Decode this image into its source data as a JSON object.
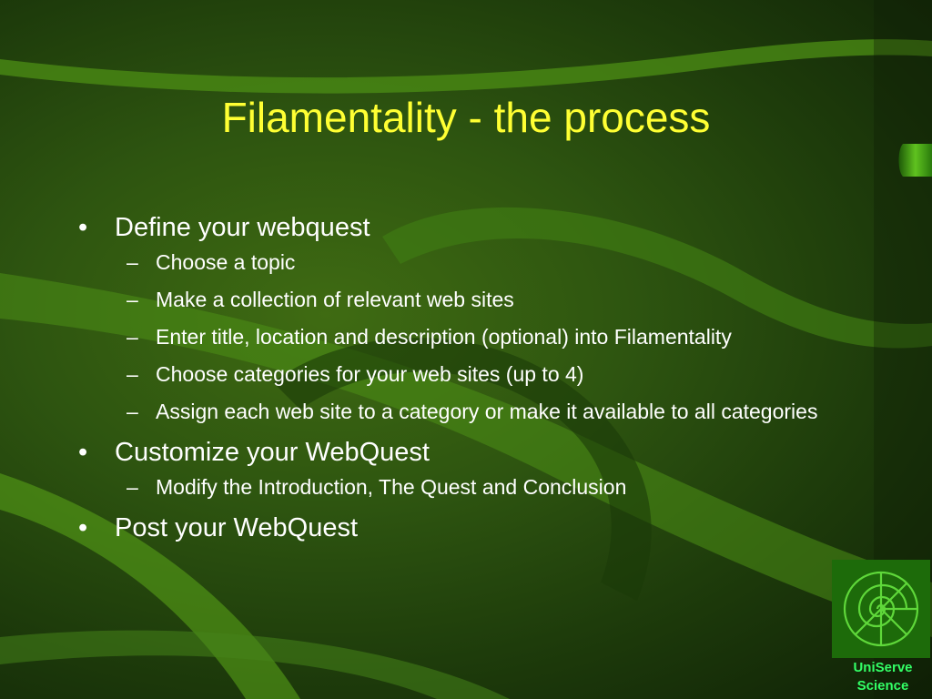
{
  "slide": {
    "title": "Filamentality - the process",
    "bullets": [
      {
        "text": "Define your webquest",
        "subitems": [
          "Choose a topic",
          "Make a collection of relevant web sites",
          "Enter title, location and description (optional) into Filamentality",
          "Choose categories for your web sites (up to 4)",
          "Assign each web site to a category or make it available to all categories"
        ]
      },
      {
        "text": "Customize your WebQuest",
        "subitems": [
          "Modify the Introduction, The Quest and Conclusion"
        ]
      },
      {
        "text": "Post your WebQuest",
        "subitems": []
      }
    ],
    "bullet_symbol": "•",
    "dash_symbol": "–"
  },
  "logo": {
    "line1": "UniServe",
    "line2": "Science",
    "icon": "nautilus-shell-icon"
  },
  "colors": {
    "title": "#ffff33",
    "body_text": "#ffffff",
    "logo_text": "#33ff66",
    "background": "#2e5510"
  }
}
